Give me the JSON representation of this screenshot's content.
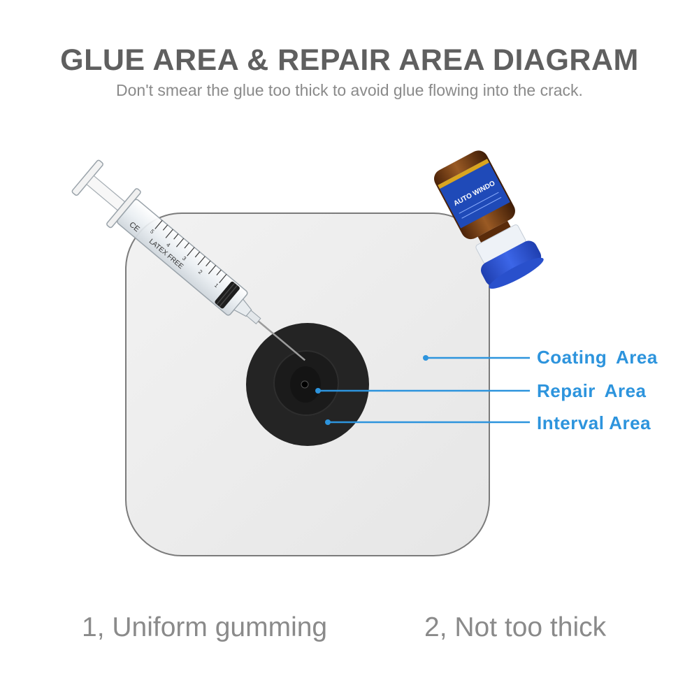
{
  "header": {
    "title": "GLUE AREA & REPAIR AREA DIAGRAM",
    "subtitle": "Don't smear the glue too thick to avoid glue flowing into the crack."
  },
  "labels": {
    "coating": "Coating Area",
    "repair": "Repair Area",
    "interval": "Interval Area"
  },
  "captions": {
    "first": "1, Uniform gumming",
    "second": "2, Not too thick"
  },
  "syringe": {
    "text_brand": "LATEX FREE",
    "text_ce": "CE",
    "scale_marks": [
      "1",
      "2",
      "3",
      "4",
      "5"
    ]
  },
  "bottle": {
    "label_text": "AUTO WINDO"
  },
  "colors": {
    "label_blue": "#2d94dd",
    "title_gray": "#5f5f5f",
    "caption_gray": "#8a8a8a",
    "panel": "#ebebeb",
    "disc": "#222222",
    "cap_blue": "#2f56d6",
    "bottle_amber": "#7a3f14"
  }
}
